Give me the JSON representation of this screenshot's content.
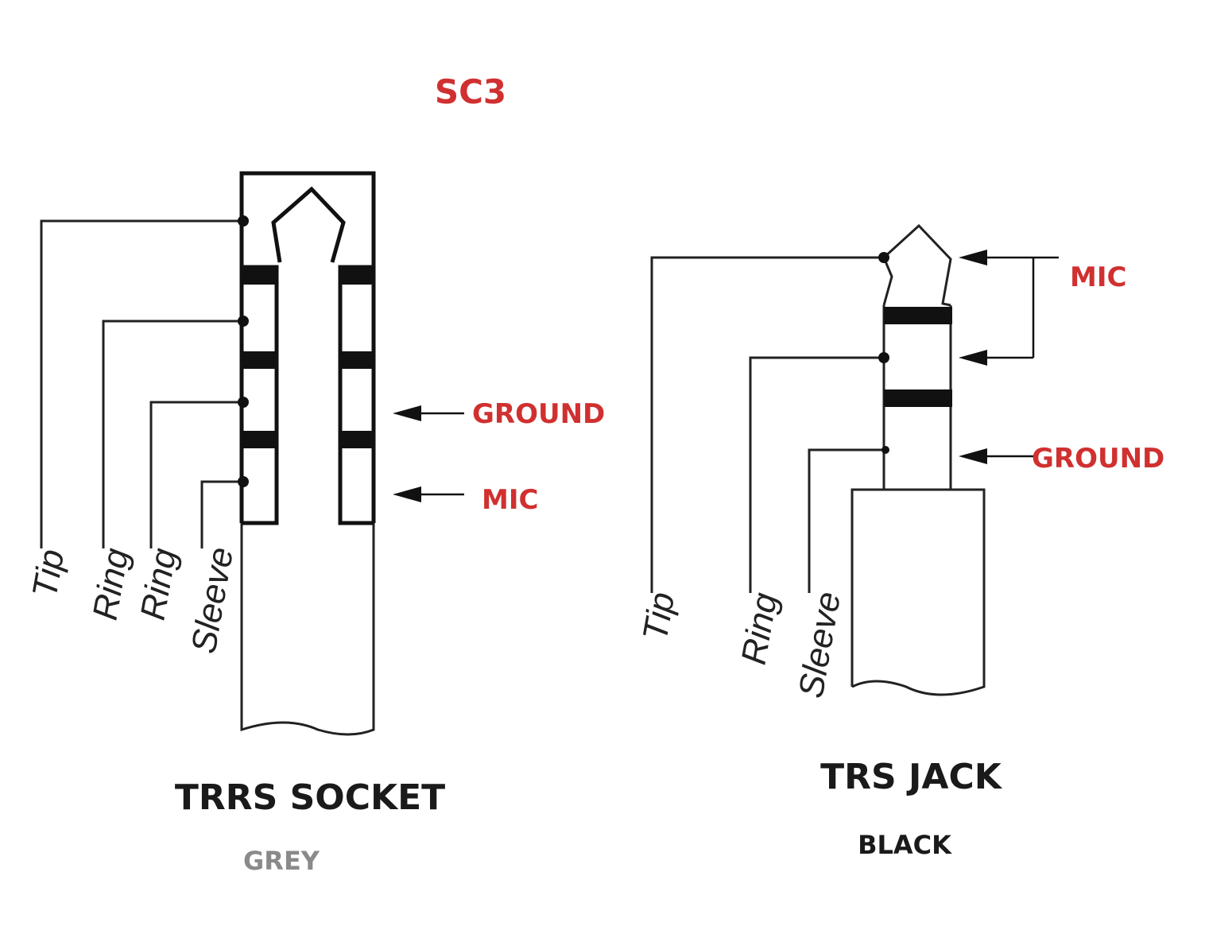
{
  "title": "SC3",
  "socket": {
    "caption": "TRRS SOCKET",
    "color_label": "GREY",
    "pins": [
      "Tip",
      "Ring",
      "Ring",
      "Sleeve"
    ],
    "annotations": [
      "GROUND",
      "MIC"
    ]
  },
  "jack": {
    "caption": "TRS JACK",
    "color_label": "BLACK",
    "pins": [
      "Tip",
      "Ring",
      "Sleeve"
    ],
    "annotations": [
      "MIC",
      "GROUND"
    ]
  },
  "colors": {
    "accent_red": "#d03030",
    "grey_label": "#8a8a8a",
    "black_label": "#1a1a1a"
  }
}
